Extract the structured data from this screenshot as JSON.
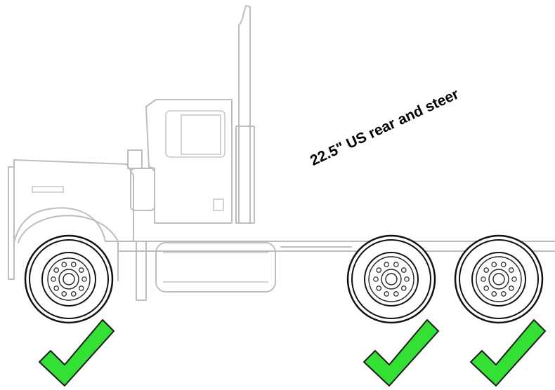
{
  "diagram": {
    "label": "22.5\" US  rear and steer",
    "wheels": [
      {
        "position": "steer",
        "status": "ok",
        "icon": "checkmark-icon"
      },
      {
        "position": "rear-front",
        "status": "ok",
        "icon": "checkmark-icon"
      },
      {
        "position": "rear-back",
        "status": "ok",
        "icon": "checkmark-icon"
      }
    ],
    "colors": {
      "truck_outline": "#bdbdbd",
      "tire_outline": "#111111",
      "checkmark": "#33e033"
    }
  }
}
